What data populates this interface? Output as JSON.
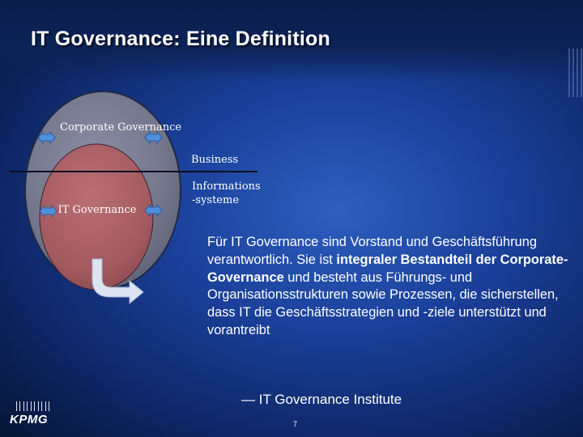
{
  "slide": {
    "title": "IT Governance: Eine Definition",
    "page_number": "7"
  },
  "diagram": {
    "outer_label": "Corporate Governance",
    "inner_label": "IT Governance",
    "business_label": "Business",
    "info_label_line1": "Informations",
    "info_label_line2": "-systeme",
    "outer_color": "#7b7d92",
    "inner_color": "#a95f64",
    "arrow_color": "#4f90dd"
  },
  "quote": {
    "parts": [
      "Für IT Governance sind Vorstand und Geschäftsführung verantwortlich. Sie ist ",
      "integraler Bestandteil der Corporate-Governance",
      " und besteht aus Führungs- und Organisationsstrukturen sowie Prozessen, die sicherstellen, dass IT die Geschäftsstrategien und -ziele unterstützt und vorantreibt"
    ],
    "attribution": "— IT Governance Institute"
  },
  "logo": {
    "text": "KPMG"
  }
}
